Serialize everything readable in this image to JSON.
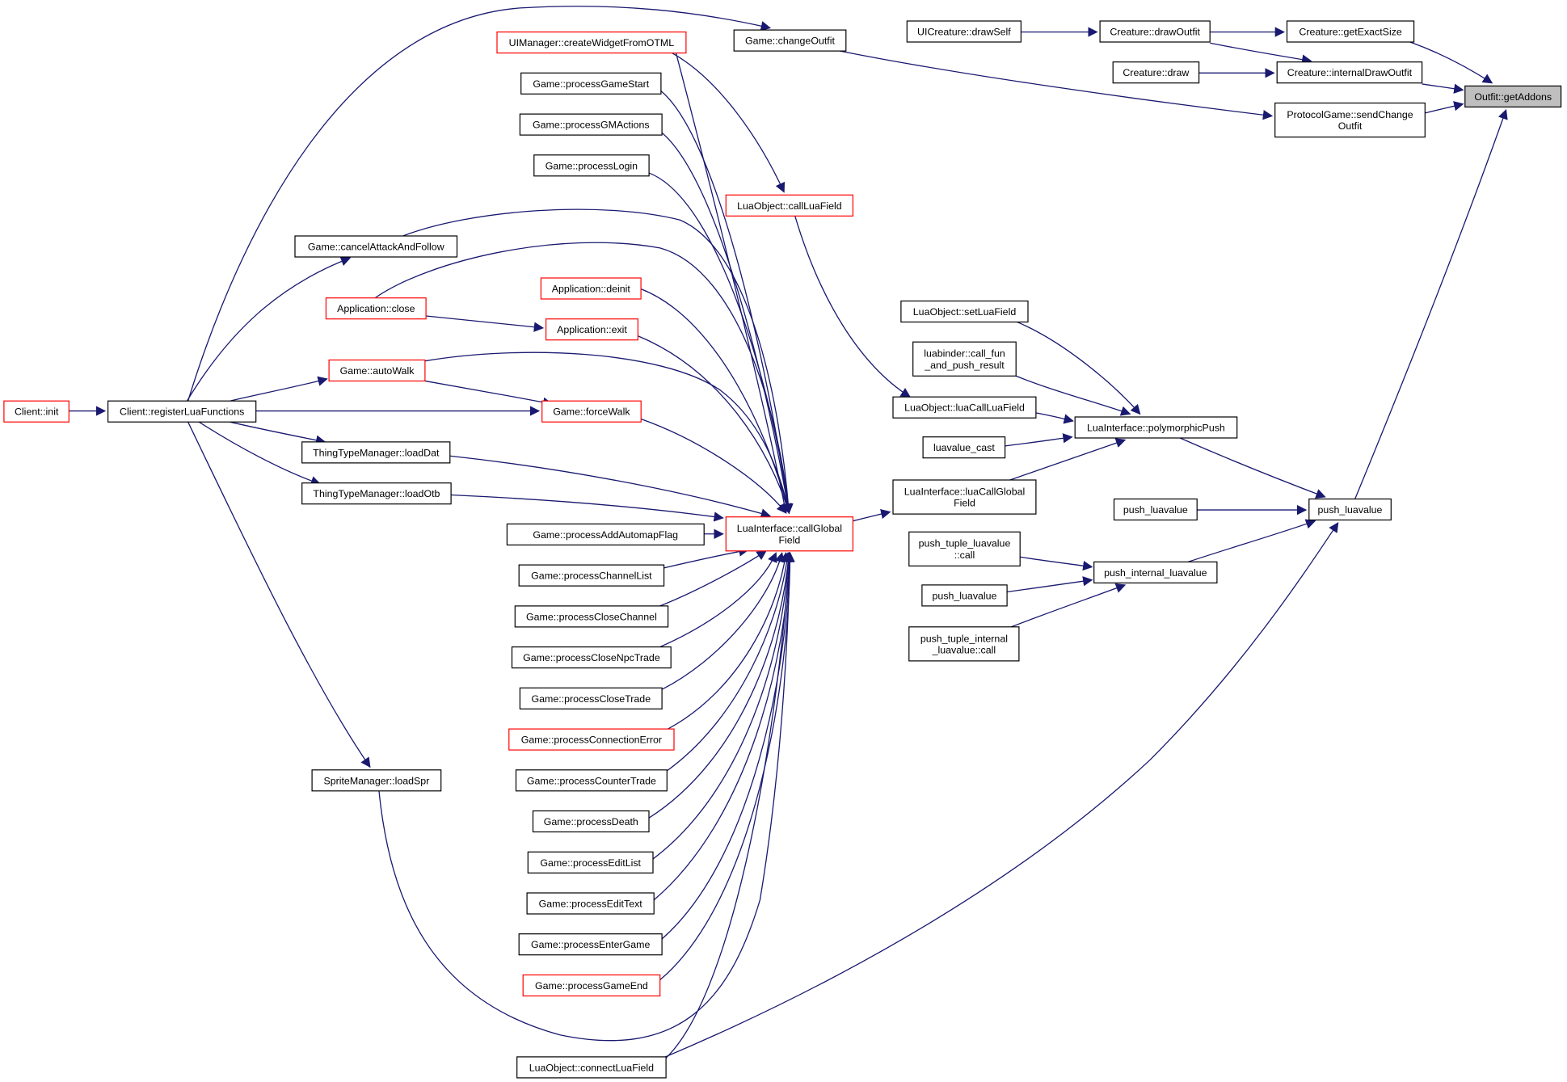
{
  "diagram": {
    "colors": {
      "edge": "#191970",
      "node_border": "#000000",
      "incomplete_node_border": "#ff0000",
      "focus_fill": "#bfbfbf",
      "background": "#ffffff"
    },
    "nodes": [
      {
        "id": "outfit_getaddons",
        "label": [
          "Outfit::getAddons"
        ],
        "style": "focus"
      },
      {
        "id": "creature_getexactsize",
        "label": [
          "Creature::getExactSize"
        ],
        "style": "normal"
      },
      {
        "id": "creature_internaldrawoutfit",
        "label": [
          "Creature::internalDrawOutfit"
        ],
        "style": "normal"
      },
      {
        "id": "protocolgame_sendchangeoutfit",
        "label": [
          "ProtocolGame::sendChange",
          "Outfit"
        ],
        "style": "normal"
      },
      {
        "id": "push_luavalue_main",
        "label": [
          "push_luavalue"
        ],
        "style": "normal"
      },
      {
        "id": "uicreature_drawself",
        "label": [
          "UICreature::drawSelf"
        ],
        "style": "normal"
      },
      {
        "id": "creature_drawoutfit",
        "label": [
          "Creature::drawOutfit"
        ],
        "style": "normal"
      },
      {
        "id": "creature_draw",
        "label": [
          "Creature::draw"
        ],
        "style": "normal"
      },
      {
        "id": "game_changeoutfit",
        "label": [
          "Game::changeOutfit"
        ],
        "style": "normal"
      },
      {
        "id": "uimanager_createwidget",
        "label": [
          "UIManager::createWidgetFromOTML"
        ],
        "style": "red"
      },
      {
        "id": "game_processgamestart",
        "label": [
          "Game::processGameStart"
        ],
        "style": "normal"
      },
      {
        "id": "game_processgmactions",
        "label": [
          "Game::processGMActions"
        ],
        "style": "normal"
      },
      {
        "id": "game_processlogin",
        "label": [
          "Game::processLogin"
        ],
        "style": "normal"
      },
      {
        "id": "luaobject_callluafield",
        "label": [
          "LuaObject::callLuaField"
        ],
        "style": "red"
      },
      {
        "id": "game_cancelattack",
        "label": [
          "Game::cancelAttackAndFollow"
        ],
        "style": "normal"
      },
      {
        "id": "application_deinit",
        "label": [
          "Application::deinit"
        ],
        "style": "red"
      },
      {
        "id": "application_close",
        "label": [
          "Application::close"
        ],
        "style": "red"
      },
      {
        "id": "application_exit",
        "label": [
          "Application::exit"
        ],
        "style": "red"
      },
      {
        "id": "game_autowalk",
        "label": [
          "Game::autoWalk"
        ],
        "style": "red"
      },
      {
        "id": "client_init",
        "label": [
          "Client::init"
        ],
        "style": "red"
      },
      {
        "id": "client_registerluafunctions",
        "label": [
          "Client::registerLuaFunctions"
        ],
        "style": "normal"
      },
      {
        "id": "game_forcewalk",
        "label": [
          "Game::forceWalk"
        ],
        "style": "red"
      },
      {
        "id": "thingtype_loaddat",
        "label": [
          "ThingTypeManager::loadDat"
        ],
        "style": "normal"
      },
      {
        "id": "thingtype_loadotb",
        "label": [
          "ThingTypeManager::loadOtb"
        ],
        "style": "normal"
      },
      {
        "id": "luainterface_callglobalfield",
        "label": [
          "LuaInterface::callGlobal",
          "Field"
        ],
        "style": "red"
      },
      {
        "id": "game_processaddautomapflag",
        "label": [
          "Game::processAddAutomapFlag"
        ],
        "style": "normal"
      },
      {
        "id": "game_processchannellist",
        "label": [
          "Game::processChannelList"
        ],
        "style": "normal"
      },
      {
        "id": "game_processclosechannel",
        "label": [
          "Game::processCloseChannel"
        ],
        "style": "normal"
      },
      {
        "id": "game_processclosenpctrade",
        "label": [
          "Game::processCloseNpcTrade"
        ],
        "style": "normal"
      },
      {
        "id": "game_processclosetrade",
        "label": [
          "Game::processCloseTrade"
        ],
        "style": "normal"
      },
      {
        "id": "game_processconnectionerror",
        "label": [
          "Game::processConnectionError"
        ],
        "style": "red"
      },
      {
        "id": "game_processcountertrade",
        "label": [
          "Game::processCounterTrade"
        ],
        "style": "normal"
      },
      {
        "id": "game_processdeath",
        "label": [
          "Game::processDeath"
        ],
        "style": "normal"
      },
      {
        "id": "game_processeditlist",
        "label": [
          "Game::processEditList"
        ],
        "style": "normal"
      },
      {
        "id": "game_processedittext",
        "label": [
          "Game::processEditText"
        ],
        "style": "normal"
      },
      {
        "id": "game_processentergame",
        "label": [
          "Game::processEnterGame"
        ],
        "style": "normal"
      },
      {
        "id": "game_processgameend",
        "label": [
          "Game::processGameEnd"
        ],
        "style": "red"
      },
      {
        "id": "spritemanager_loadspr",
        "label": [
          "SpriteManager::loadSpr"
        ],
        "style": "normal"
      },
      {
        "id": "luaobject_connectluafield",
        "label": [
          "LuaObject::connectLuaField"
        ],
        "style": "normal"
      },
      {
        "id": "luaobject_setluafield",
        "label": [
          "LuaObject::setLuaField"
        ],
        "style": "normal"
      },
      {
        "id": "luabinder_call_fun",
        "label": [
          "luabinder::call_fun",
          "_and_push_result"
        ],
        "style": "normal"
      },
      {
        "id": "luaobject_luacallluafield",
        "label": [
          "LuaObject::luaCallLuaField"
        ],
        "style": "normal"
      },
      {
        "id": "luavalue_cast",
        "label": [
          "luavalue_cast"
        ],
        "style": "normal"
      },
      {
        "id": "luainterface_luacallglobalfield",
        "label": [
          "LuaInterface::luaCallGlobal",
          "Field"
        ],
        "style": "normal"
      },
      {
        "id": "luainterface_polymorphicpush",
        "label": [
          "LuaInterface::polymorphicPush"
        ],
        "style": "normal"
      },
      {
        "id": "push_luavalue_left",
        "label": [
          "push_luavalue"
        ],
        "style": "normal"
      },
      {
        "id": "push_tuple_luavalue_call",
        "label": [
          "push_tuple_luavalue",
          "::call"
        ],
        "style": "normal"
      },
      {
        "id": "push_internal_luavalue",
        "label": [
          "push_internal_luavalue"
        ],
        "style": "normal"
      },
      {
        "id": "push_luavalue_lower",
        "label": [
          "push_luavalue"
        ],
        "style": "normal"
      },
      {
        "id": "push_tuple_internal_call",
        "label": [
          "push_tuple_internal",
          "_luavalue::call"
        ],
        "style": "normal"
      }
    ],
    "edges": [
      [
        "creature_getexactsize",
        "outfit_getaddons"
      ],
      [
        "creature_internaldrawoutfit",
        "outfit_getaddons"
      ],
      [
        "protocolgame_sendchangeoutfit",
        "outfit_getaddons"
      ],
      [
        "push_luavalue_main",
        "outfit_getaddons"
      ],
      [
        "uicreature_drawself",
        "creature_drawoutfit"
      ],
      [
        "creature_drawoutfit",
        "creature_getexactsize"
      ],
      [
        "creature_drawoutfit",
        "creature_internaldrawoutfit"
      ],
      [
        "creature_draw",
        "creature_internaldrawoutfit"
      ],
      [
        "game_changeoutfit",
        "protocolgame_sendchangeoutfit"
      ],
      [
        "client_registerluafunctions",
        "game_changeoutfit"
      ],
      [
        "uimanager_createwidget",
        "luaobject_callluafield"
      ],
      [
        "luaobject_callluafield",
        "luaobject_luacallluafield"
      ],
      [
        "client_init",
        "client_registerluafunctions"
      ],
      [
        "client_registerluafunctions",
        "game_cancelattack"
      ],
      [
        "client_registerluafunctions",
        "game_autowalk"
      ],
      [
        "client_registerluafunctions",
        "game_forcewalk"
      ],
      [
        "client_registerluafunctions",
        "thingtype_loaddat"
      ],
      [
        "client_registerluafunctions",
        "thingtype_loadotb"
      ],
      [
        "client_registerluafunctions",
        "spritemanager_loadspr"
      ],
      [
        "application_close",
        "application_exit"
      ],
      [
        "game_autowalk",
        "game_forcewalk"
      ],
      [
        "uimanager_createwidget",
        "luainterface_callglobalfield"
      ],
      [
        "game_processgamestart",
        "luainterface_callglobalfield"
      ],
      [
        "game_processgmactions",
        "luainterface_callglobalfield"
      ],
      [
        "game_processlogin",
        "luainterface_callglobalfield"
      ],
      [
        "game_cancelattack",
        "luainterface_callglobalfield"
      ],
      [
        "application_close",
        "luainterface_callglobalfield"
      ],
      [
        "application_deinit",
        "luainterface_callglobalfield"
      ],
      [
        "application_exit",
        "luainterface_callglobalfield"
      ],
      [
        "game_autowalk",
        "luainterface_callglobalfield"
      ],
      [
        "game_forcewalk",
        "luainterface_callglobalfield"
      ],
      [
        "thingtype_loaddat",
        "luainterface_callglobalfield"
      ],
      [
        "thingtype_loadotb",
        "luainterface_callglobalfield"
      ],
      [
        "game_processaddautomapflag",
        "luainterface_callglobalfield"
      ],
      [
        "game_processchannellist",
        "luainterface_callglobalfield"
      ],
      [
        "game_processclosechannel",
        "luainterface_callglobalfield"
      ],
      [
        "game_processclosenpctrade",
        "luainterface_callglobalfield"
      ],
      [
        "game_processclosetrade",
        "luainterface_callglobalfield"
      ],
      [
        "game_processconnectionerror",
        "luainterface_callglobalfield"
      ],
      [
        "game_processcountertrade",
        "luainterface_callglobalfield"
      ],
      [
        "game_processdeath",
        "luainterface_callglobalfield"
      ],
      [
        "game_processeditlist",
        "luainterface_callglobalfield"
      ],
      [
        "game_processedittext",
        "luainterface_callglobalfield"
      ],
      [
        "game_processentergame",
        "luainterface_callglobalfield"
      ],
      [
        "game_processgameend",
        "luainterface_callglobalfield"
      ],
      [
        "spritemanager_loadspr",
        "luainterface_callglobalfield"
      ],
      [
        "luaobject_connectluafield",
        "luainterface_callglobalfield"
      ],
      [
        "luainterface_callglobalfield",
        "luainterface_luacallglobalfield"
      ],
      [
        "luaobject_setluafield",
        "luainterface_polymorphicpush"
      ],
      [
        "luabinder_call_fun",
        "luainterface_polymorphicpush"
      ],
      [
        "luaobject_luacallluafield",
        "luainterface_polymorphicpush"
      ],
      [
        "luavalue_cast",
        "luainterface_polymorphicpush"
      ],
      [
        "luainterface_luacallglobalfield",
        "luainterface_polymorphicpush"
      ],
      [
        "luainterface_polymorphicpush",
        "push_luavalue_main"
      ],
      [
        "push_luavalue_left",
        "push_luavalue_main"
      ],
      [
        "push_internal_luavalue",
        "push_luavalue_main"
      ],
      [
        "luaobject_connectluafield",
        "push_luavalue_main"
      ],
      [
        "push_tuple_luavalue_call",
        "push_internal_luavalue"
      ],
      [
        "push_luavalue_lower",
        "push_internal_luavalue"
      ],
      [
        "push_tuple_internal_call",
        "push_internal_luavalue"
      ]
    ]
  }
}
